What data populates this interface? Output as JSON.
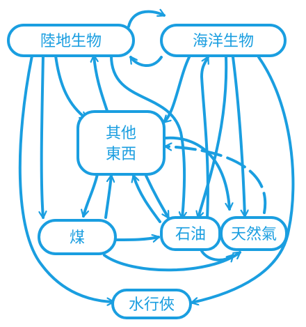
{
  "diagram": {
    "color": "#1a9ee0",
    "style": "hand-drawn flowchart",
    "nodes": {
      "land_life": {
        "label": "陸地生物"
      },
      "sea_life": {
        "label": "海洋生物"
      },
      "other": {
        "label_line1": "其他",
        "label_line2": "東西"
      },
      "coal": {
        "label": "煤"
      },
      "oil": {
        "label": "石油"
      },
      "gas": {
        "label": "天然氣"
      },
      "water_gang": {
        "label": "水行俠"
      }
    },
    "edges": [
      {
        "from": "陸地生物",
        "to": "海洋生物"
      },
      {
        "from": "海洋生物",
        "to": "陸地生物"
      },
      {
        "from": "陸地生物",
        "to": "其他東西"
      },
      {
        "from": "其他東西",
        "to": "陸地生物"
      },
      {
        "from": "海洋生物",
        "to": "其他東西"
      },
      {
        "from": "陸地生物",
        "to": "煤"
      },
      {
        "from": "陸地生物",
        "to": "石油"
      },
      {
        "from": "陸地生物",
        "to": "水行俠"
      },
      {
        "from": "海洋生物",
        "to": "石油"
      },
      {
        "from": "海洋生物",
        "to": "天然氣"
      },
      {
        "from": "海洋生物",
        "to": "水行俠"
      },
      {
        "from": "石油",
        "to": "海洋生物"
      },
      {
        "from": "其他東西",
        "to": "煤"
      },
      {
        "from": "煤",
        "to": "其他東西"
      },
      {
        "from": "其他東西",
        "to": "石油"
      },
      {
        "from": "石油",
        "to": "其他東西"
      },
      {
        "from": "其他東西",
        "to": "天然氣"
      },
      {
        "from": "天然氣",
        "to": "其他東西"
      },
      {
        "from": "煤",
        "to": "石油"
      },
      {
        "from": "煤",
        "to": "天然氣"
      },
      {
        "from": "石油",
        "to": "天然氣"
      }
    ]
  }
}
